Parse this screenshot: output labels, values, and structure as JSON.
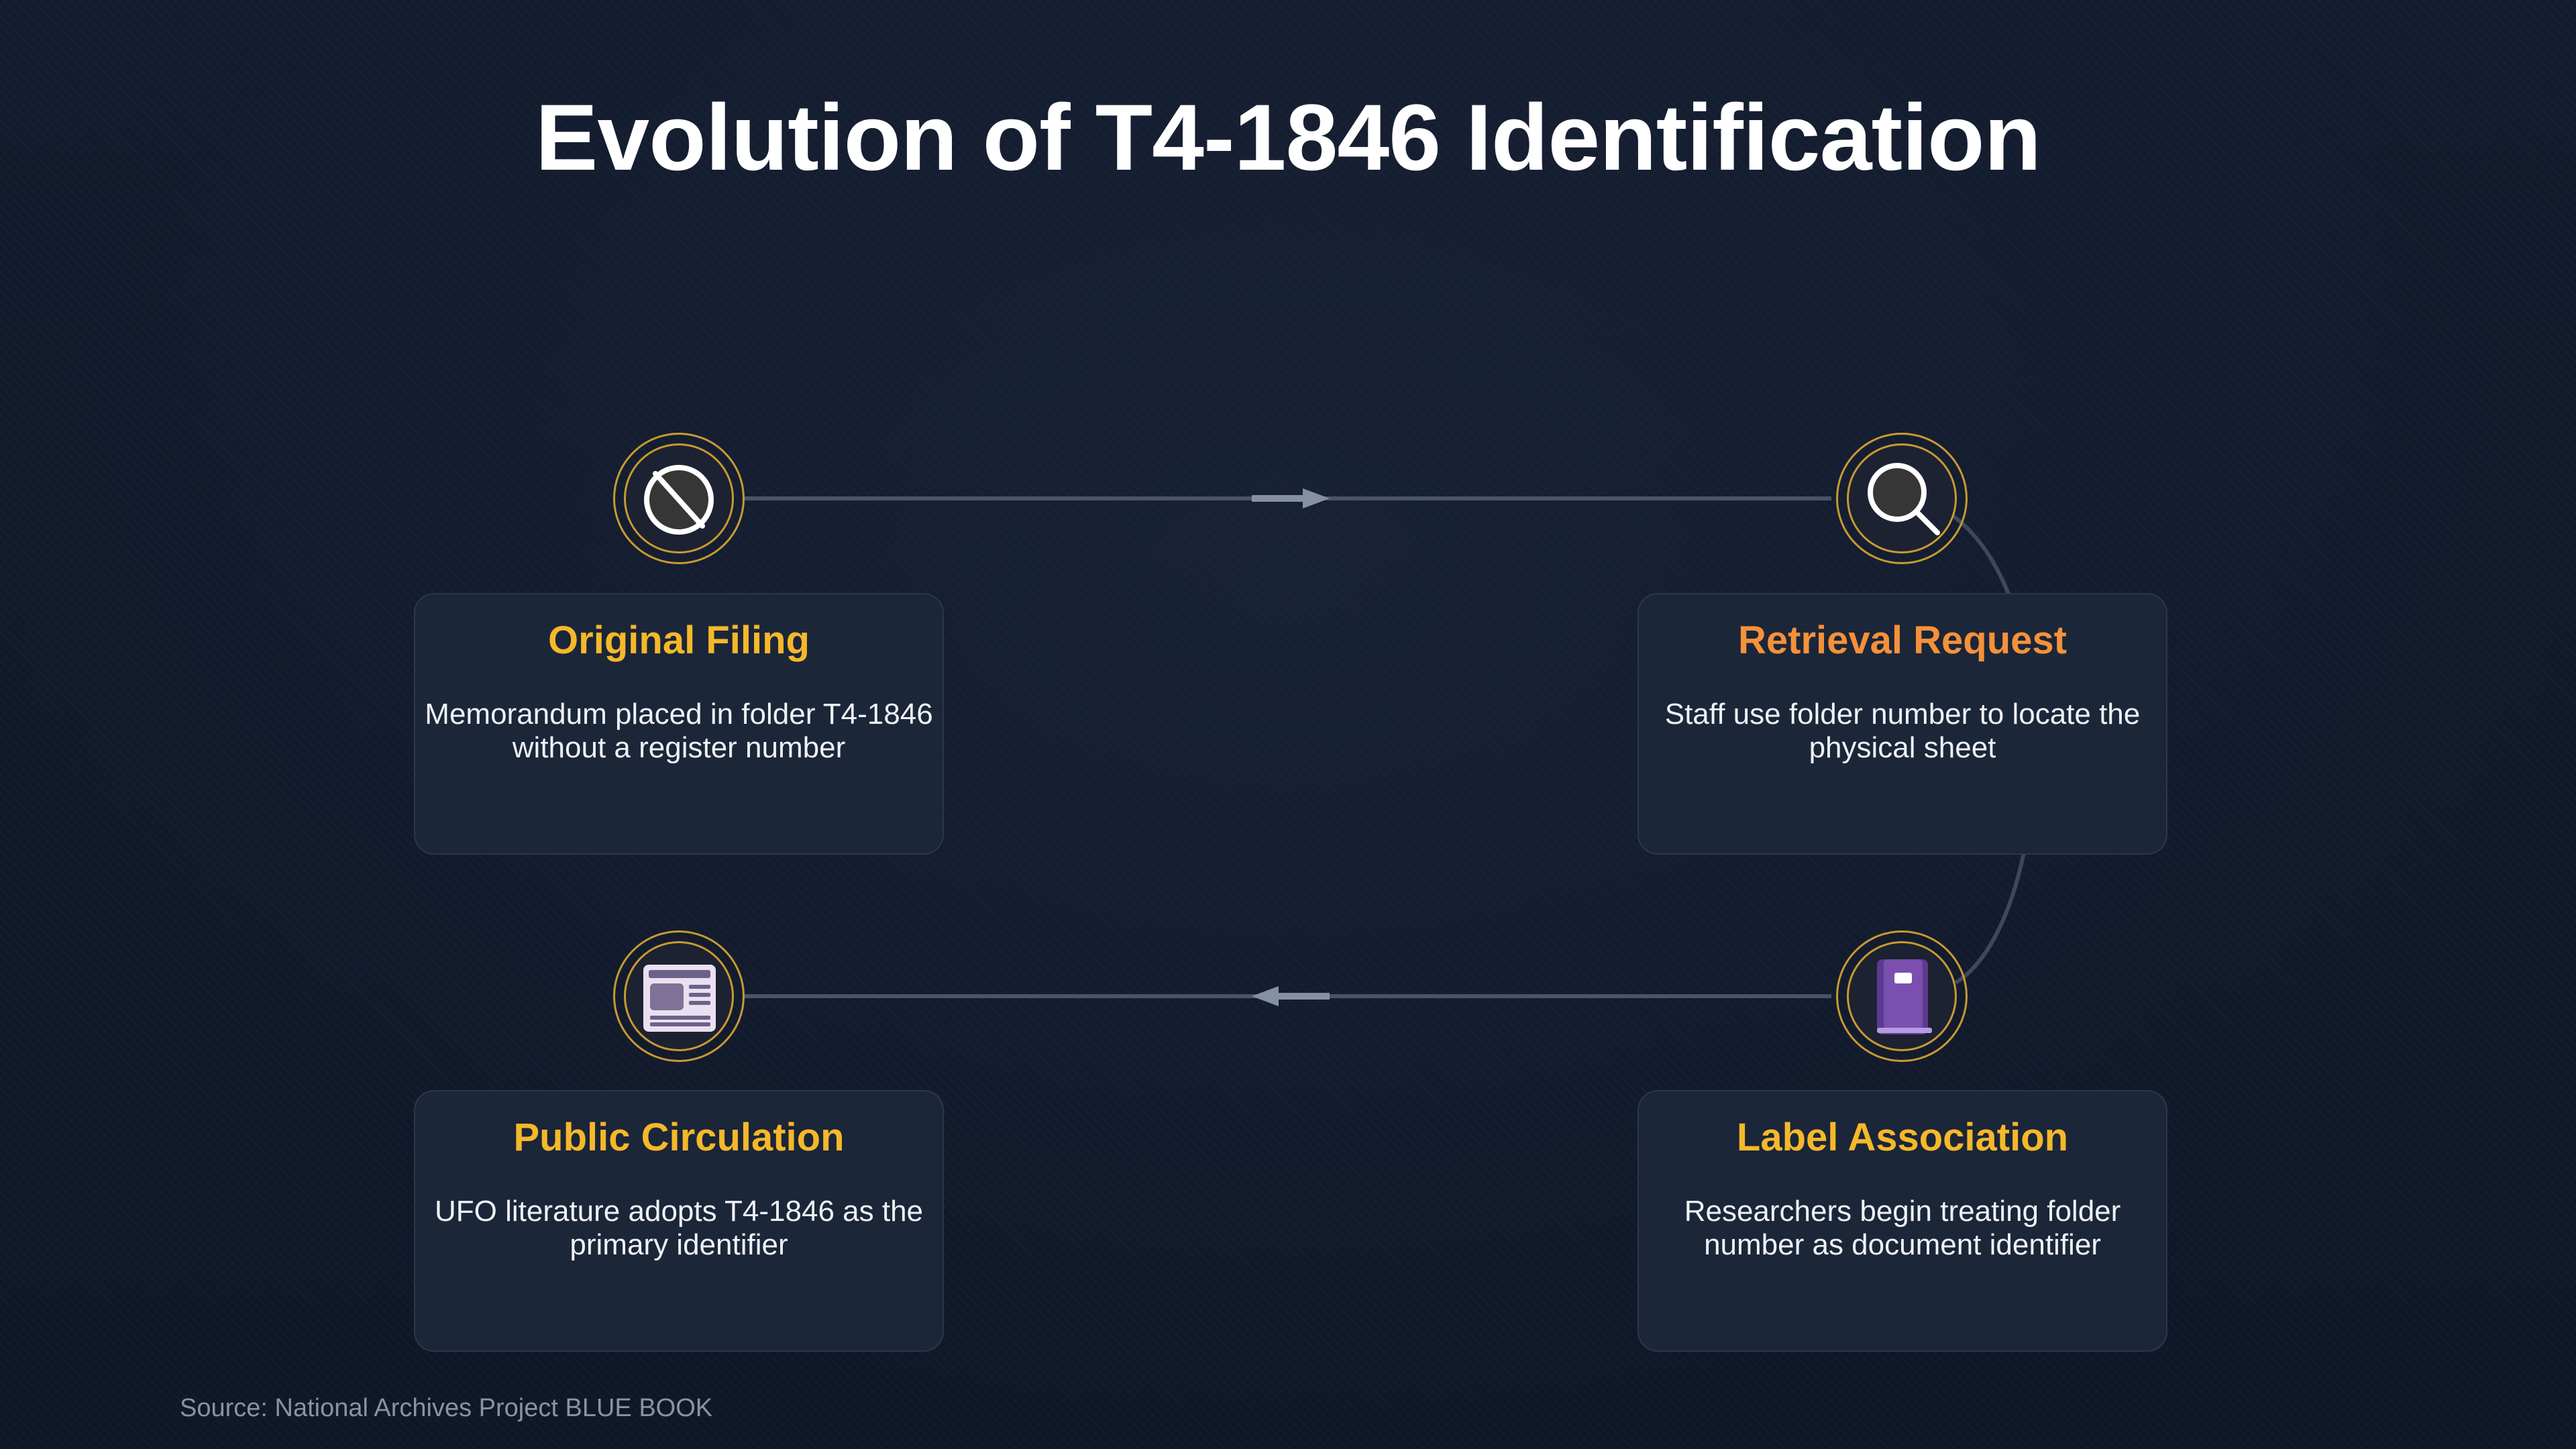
{
  "title": "Evolution of T4-1846 Identification",
  "colors": {
    "background": "#111a2b",
    "card": "#1c2639",
    "ring": "#c89a32",
    "connector": "#4a5466",
    "arrow": "#8591a3",
    "title_yellow": "#f5b82a",
    "title_orange": "#f5913a"
  },
  "steps": [
    {
      "title": "Original Filing",
      "description": "Memorandum placed in folder T4-1846 without a register number",
      "icon": "prohibited-icon",
      "title_color": "#f5b82a"
    },
    {
      "title": "Retrieval Request",
      "description": "Staff use folder number to locate the physical sheet",
      "icon": "magnifier-icon",
      "title_color": "#f5913a"
    },
    {
      "title": "Label Association",
      "description": "Researchers begin treating folder number as document identifier",
      "icon": "notebook-icon",
      "title_color": "#f5b82a"
    },
    {
      "title": "Public Circulation",
      "description": "UFO literature adopts T4-1846 as the primary identifier",
      "icon": "newspaper-icon",
      "title_color": "#f5b82a"
    }
  ],
  "source": "Source: National Archives Project BLUE BOOK"
}
